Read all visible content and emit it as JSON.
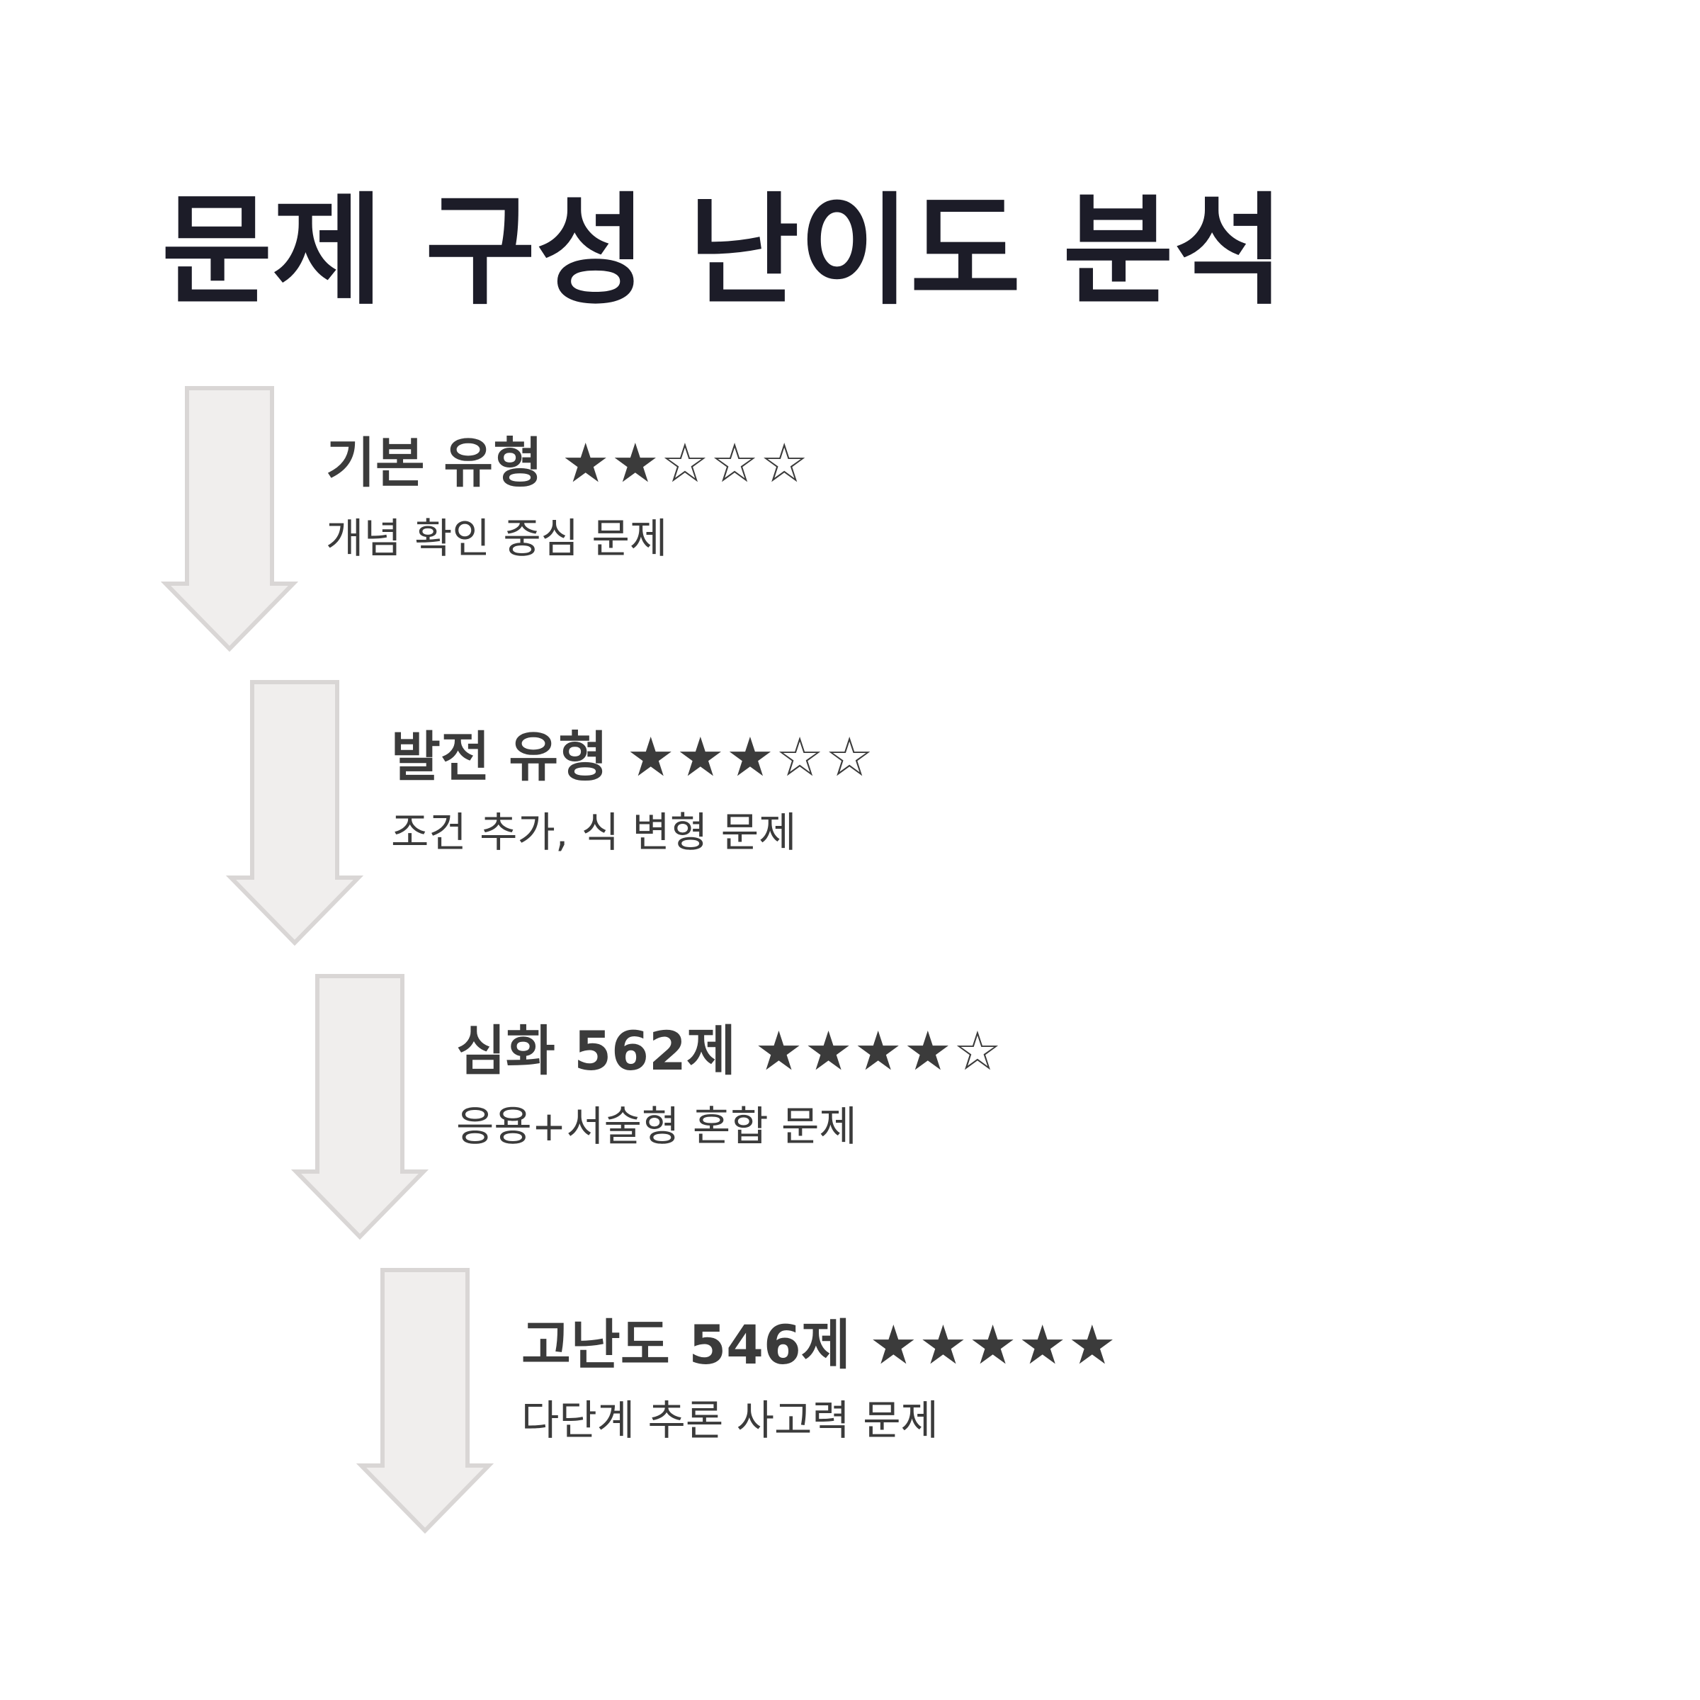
{
  "title": "문제 구성 난이도 분석",
  "steps": [
    {
      "label": "기본 유형",
      "stars": "★★☆☆☆",
      "rating": 2,
      "max_rating": 5,
      "description": "개념 확인 중심 문제"
    },
    {
      "label": "발전 유형",
      "stars": "★★★☆☆",
      "rating": 3,
      "max_rating": 5,
      "description": "조건 추가, 식 변형 문제"
    },
    {
      "label": "심화 562제",
      "stars": "★★★★☆",
      "rating": 4,
      "max_rating": 5,
      "description": "응용+서술형 혼합 문제"
    },
    {
      "label": "고난도 546제",
      "stars": "★★★★★",
      "rating": 5,
      "max_rating": 5,
      "description": "다단계 추론 사고력 문제"
    }
  ],
  "colors": {
    "title": "#1c1c28",
    "text": "#3b3b3b",
    "arrow_fill": "#f0eeed",
    "arrow_stroke": "#d9d6d5"
  }
}
